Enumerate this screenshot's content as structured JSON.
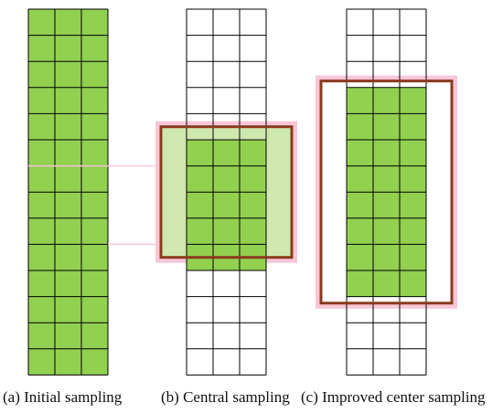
{
  "captions": {
    "a": "(a) Initial sampling",
    "b": "(b) Central sampling",
    "c": "(c) Improved center sampling"
  },
  "grid": {
    "rows": 14,
    "cols": 3
  },
  "panels": [
    {
      "id": "a",
      "filled_rows": [
        0,
        13
      ]
    },
    {
      "id": "b",
      "filled_rows": [
        5,
        9
      ],
      "highlight_rows": [
        4.5,
        9.5
      ]
    },
    {
      "id": "c",
      "filled_rows": [
        3,
        10
      ],
      "highlight_rows": [
        2.75,
        11.25
      ]
    }
  ],
  "colors": {
    "fill": "#92d050",
    "grid_line": "#000000",
    "box": "#8b3a1e",
    "box_glow": "#f8c6d8",
    "light_fill": "#cfe8b0"
  }
}
